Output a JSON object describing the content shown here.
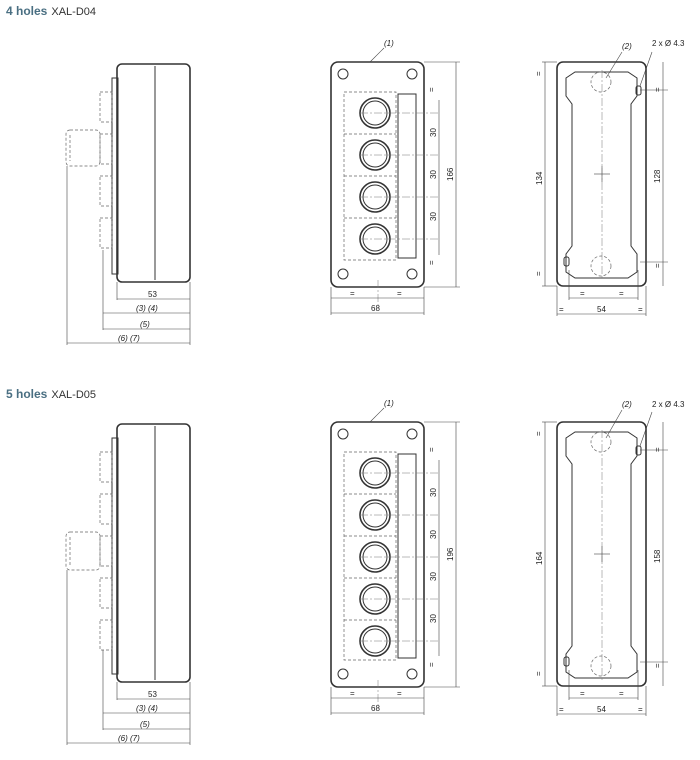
{
  "sections": [
    {
      "holes_label": "4 holes",
      "ref": "XAL-D04",
      "side": {
        "depth": "53",
        "d34": "(3) (4)",
        "d5": "(5)",
        "d67": "(6) (7)"
      },
      "front": {
        "callout": "(1)",
        "pitch": "30",
        "height": "166",
        "width": "68",
        "eq": "="
      },
      "back": {
        "callout": "(2)",
        "holes": "2 x Ø 4.3",
        "outer": "134",
        "inner": "128",
        "width": "54",
        "eq": "="
      }
    },
    {
      "holes_label": "5 holes",
      "ref": "XAL-D05",
      "side": {
        "depth": "53",
        "d34": "(3) (4)",
        "d5": "(5)",
        "d67": "(6) (7)"
      },
      "front": {
        "callout": "(1)",
        "pitch": "30",
        "height": "196",
        "width": "68",
        "eq": "="
      },
      "back": {
        "callout": "(2)",
        "holes": "2 x Ø 4.3",
        "outer": "164",
        "inner": "158",
        "width": "54",
        "eq": "="
      }
    }
  ]
}
